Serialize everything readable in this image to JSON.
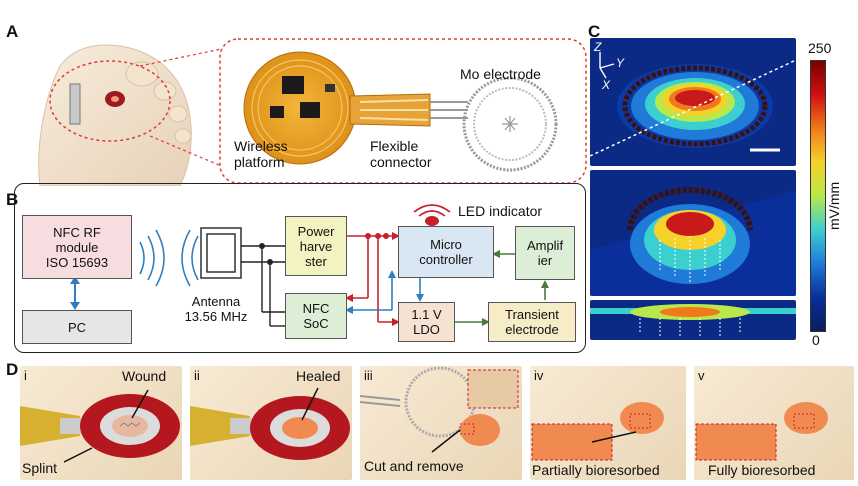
{
  "panels": {
    "a": "A",
    "b": "B",
    "c": "C",
    "d": "D"
  },
  "panel_a": {
    "mo_electrode": "Mo electrode",
    "wireless_platform_line1": "Wireless",
    "wireless_platform_line2": "platform",
    "flexible_connector_line1": "Flexible",
    "flexible_connector_line2": "connector"
  },
  "panel_b": {
    "nfc_rf_line1": "NFC RF",
    "nfc_rf_line2": "module",
    "nfc_rf_line3": "ISO 15693",
    "pc": "PC",
    "antenna_line1": "Antenna",
    "antenna_line2": "13.56 MHz",
    "power_line1": "Power",
    "power_line2": "harve",
    "power_line3": "ster",
    "nfc_soc_line1": "NFC",
    "nfc_soc_line2": "SoC",
    "micro_line1": "Micro",
    "micro_line2": "controller",
    "ldo_line1": "1.1 V",
    "ldo_line2": "LDO",
    "amp_line1": "Amplif",
    "amp_line2": "ier",
    "transient_line1": "Transient",
    "transient_line2": "electrode",
    "led": "LED indicator"
  },
  "panel_c": {
    "axis_z": "Z",
    "axis_y": "Y",
    "axis_x": "X",
    "cbar_max": "250",
    "cbar_min": "0",
    "cbar_unit": "mV/mm"
  },
  "panel_d": {
    "i": "i",
    "ii": "ii",
    "iii": "iii",
    "iv": "iv",
    "v": "v",
    "wound": "Wound",
    "splint": "Splint",
    "healed": "Healed",
    "cut": "Cut and remove",
    "partial": "Partially bioresorbed",
    "fully": "Fully bioresorbed"
  },
  "colors": {
    "nfc_rf": "#f7dde0",
    "pc": "#e6e6e6",
    "power": "#f3f3c2",
    "nfc_soc": "#dcefd6",
    "micro": "#d9e6f3",
    "ldo": "#f6e2d2",
    "amp": "#dcefd6",
    "transient": "#f6ecc8",
    "red_wire": "#c8202a",
    "blue_wire": "#2f7fc1",
    "green_wire": "#4a7a3a",
    "dotted_red": "#e03a3a"
  }
}
